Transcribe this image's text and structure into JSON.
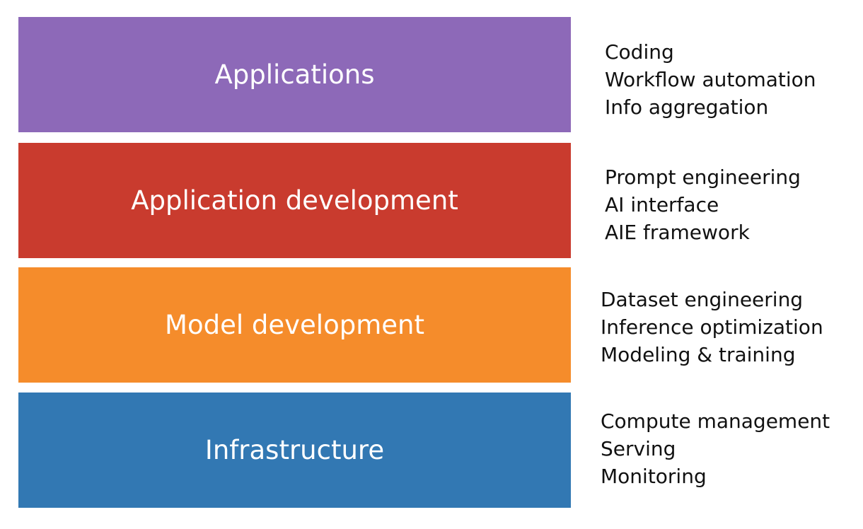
{
  "layers": [
    {
      "title": "Applications",
      "color": "#8d69b8",
      "items": [
        "Coding",
        "Workflow automation",
        "Info aggregation"
      ]
    },
    {
      "title": "Application development",
      "color": "#c93b2e",
      "items": [
        "Prompt engineering",
        "AI interface",
        "AIE framework"
      ]
    },
    {
      "title": "Model development",
      "color": "#f58c2b",
      "items": [
        "Dataset engineering",
        "Inference optimization",
        "Modeling & training"
      ]
    },
    {
      "title": "Infrastructure",
      "color": "#3278b3",
      "items": [
        "Compute management",
        "Serving",
        "Monitoring"
      ]
    }
  ]
}
